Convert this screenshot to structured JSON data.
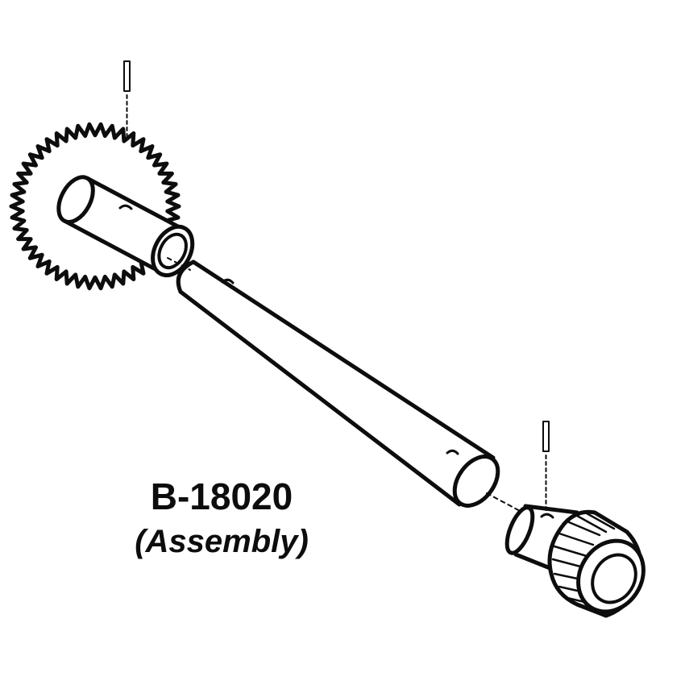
{
  "part_number": "B-18020",
  "caption": "(Assembly)",
  "colors": {
    "ink": "#0d0d0d",
    "paper": "#ffffff"
  },
  "components": [
    {
      "name": "roll-pin-top",
      "icon": "pin-icon"
    },
    {
      "name": "gear-with-hub",
      "icon": "gear-icon"
    },
    {
      "name": "shaft",
      "icon": "shaft-icon"
    },
    {
      "name": "roll-pin-bottom",
      "icon": "pin-icon"
    },
    {
      "name": "knurled-knob",
      "icon": "knob-icon"
    }
  ]
}
